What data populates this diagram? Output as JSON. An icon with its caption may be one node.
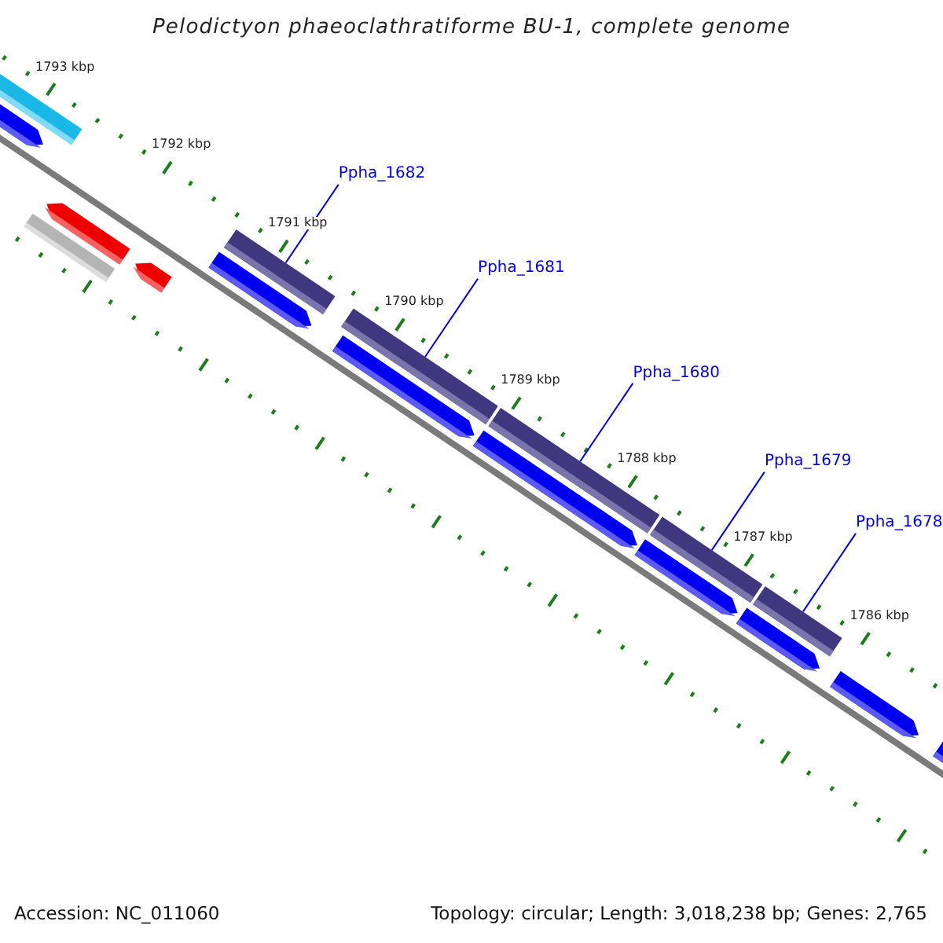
{
  "diagram": {
    "title": "Pelodictyon phaeoclathratiforme BU-1, complete genome",
    "nodes": [
      {
        "text": [
          "Ppha_1682"
        ]
      },
      {
        "text": [
          "Ppha_1681"
        ]
      },
      {
        "text": [
          "Ppha_1680"
        ]
      },
      {
        "text": [
          "Ppha_1679"
        ]
      },
      {
        "text": [
          "Ppha_1678"
        ]
      },
      {
        "text": [],
        "shape": "bar"
      },
      {
        "text": [],
        "shape": "bar"
      },
      {
        "text": [],
        "shape": "bar"
      },
      {
        "text": [],
        "shape": "bar"
      },
      {
        "text": [],
        "shape": "bar"
      }
    ],
    "edges": [
      {
        "from": 0,
        "to": 5,
        "arrow": "none"
      },
      {
        "from": 1,
        "to": 6,
        "arrow": "none"
      },
      {
        "from": 2,
        "to": 7,
        "arrow": "none"
      },
      {
        "from": 3,
        "to": 8,
        "arrow": "none"
      },
      {
        "from": 4,
        "to": 9,
        "arrow": "none"
      }
    ],
    "labels": [
      "1793 kbp",
      "1792 kbp",
      "1791 kbp",
      "1790 kbp",
      "1789 kbp",
      "1788 kbp",
      "1787 kbp",
      "1786 kbp",
      "Accession: NC_011060",
      "Topology: circular; Length: 3,018,238 bp; Genes: 2,765"
    ]
  }
}
